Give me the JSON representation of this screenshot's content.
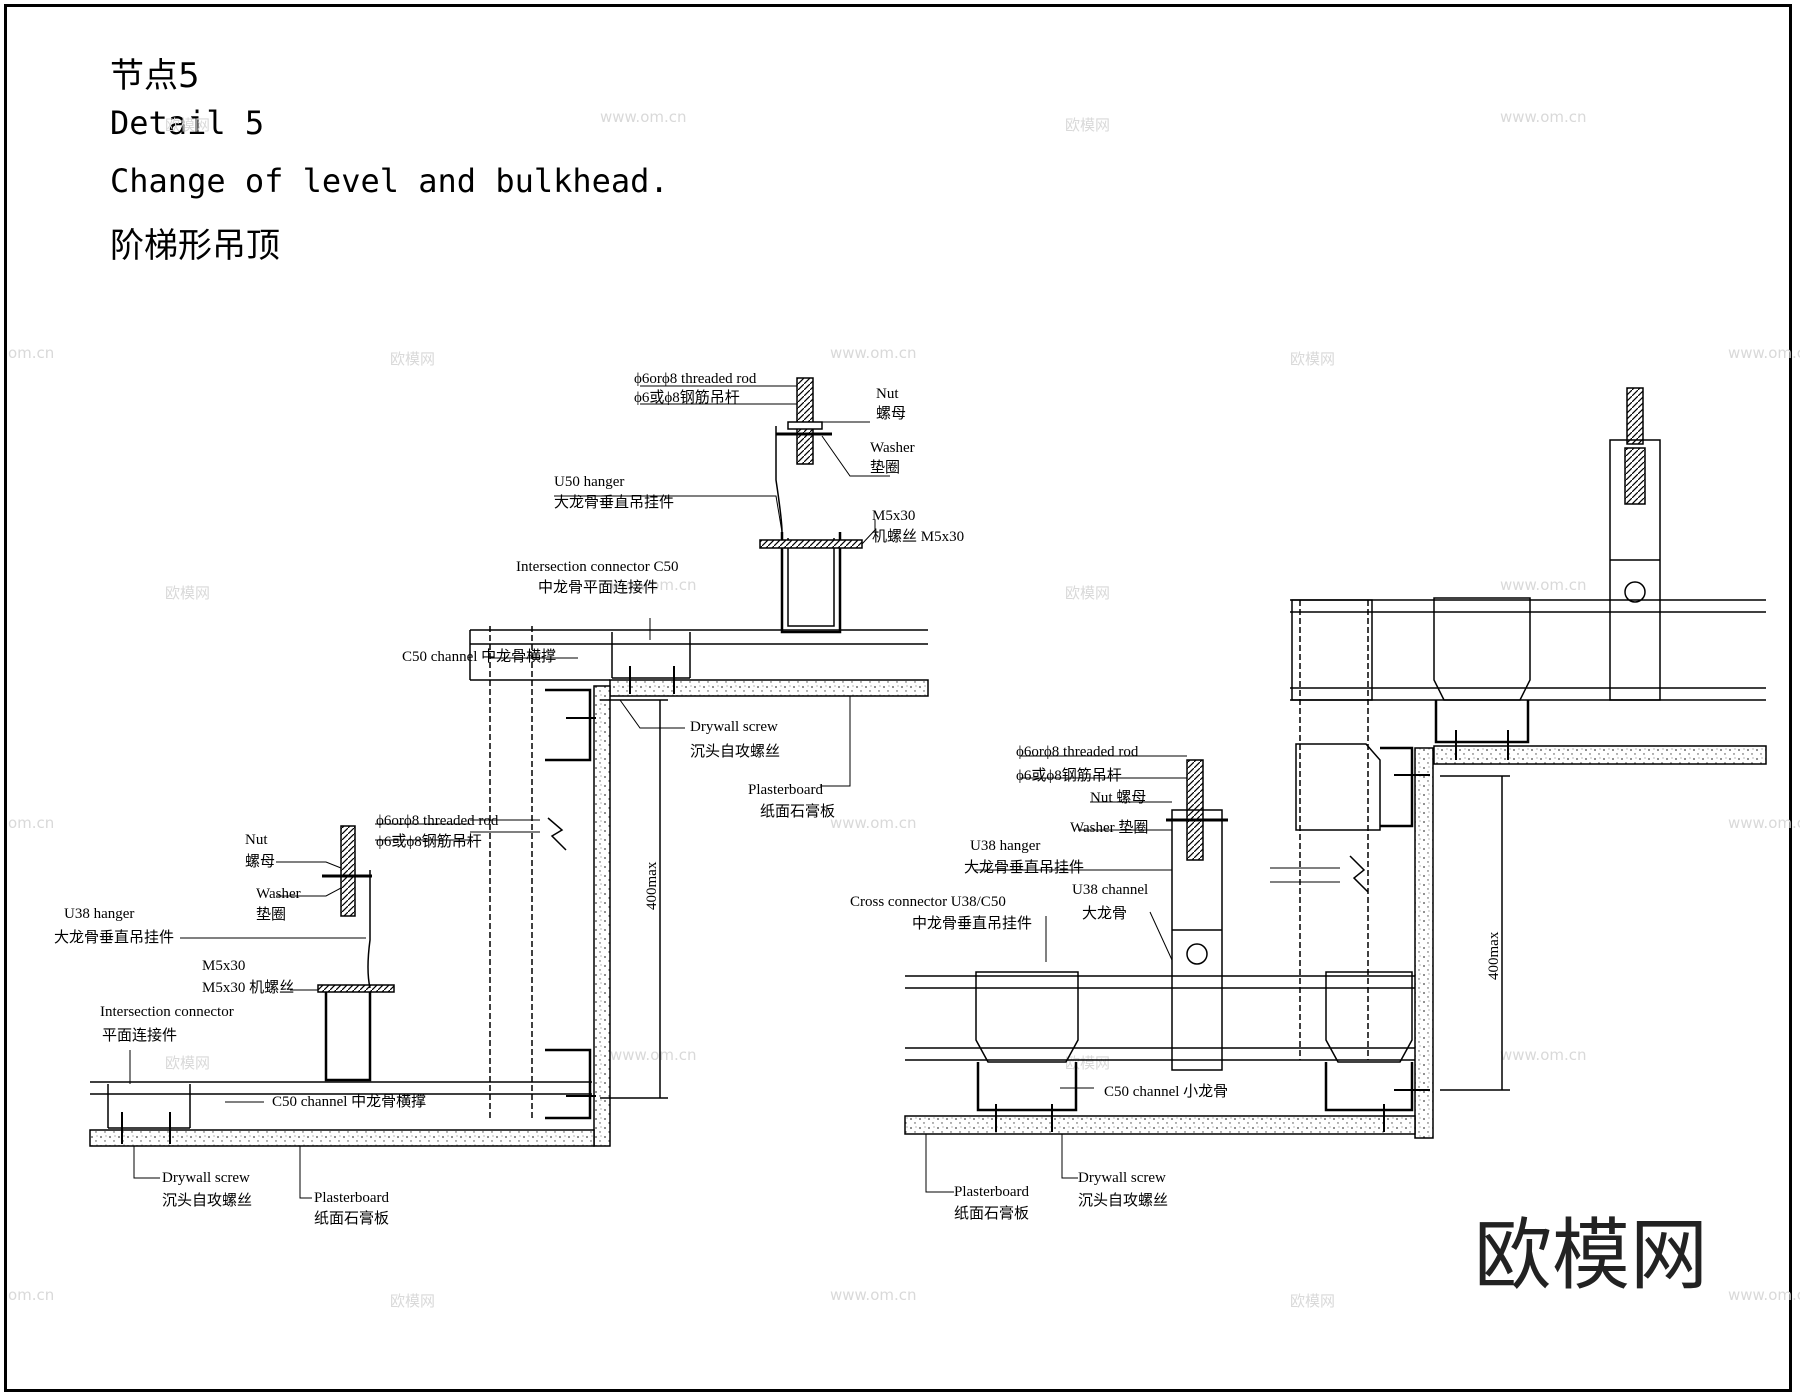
{
  "header": {
    "title_cn": "节点5",
    "title_en": "Detail 5",
    "subtitle_en": "Change of level and bulkhead.",
    "subtitle_cn": "阶梯形吊顶"
  },
  "left_detail": {
    "rod_top_en": "ϕ6orϕ8 threaded rod",
    "rod_top_cn": "ϕ6或ϕ8钢筋吊杆",
    "nut_top_en": "Nut",
    "nut_top_cn": "螺母",
    "washer_top_en": "Washer",
    "washer_top_cn": "垫圈",
    "u50_en": "U50 hanger",
    "u50_cn": "大龙骨垂直吊挂件",
    "m5_top_en": "M5x30",
    "m5_top_cn": "机螺丝 M5x30",
    "ic50_en": "Intersection connector C50",
    "ic50_cn": "中龙骨平面连接件",
    "c50_top": "C50 channel 中龙骨横撑",
    "dws_top_en": "Drywall screw",
    "dws_top_cn": "沉头自攻螺丝",
    "pb_top_en": "Plasterboard",
    "pb_top_cn": "纸面石膏板",
    "rod_low_en": "ϕ6orϕ8 threaded rod",
    "rod_low_cn": "ϕ6或ϕ8钢筋吊杆",
    "nut_low_en": "Nut",
    "nut_low_cn": "螺母",
    "washer_low_en": "Washer",
    "washer_low_cn": "垫圈",
    "u38_en": "U38 hanger",
    "u38_cn": "大龙骨垂直吊挂件",
    "m5_low_en": "M5x30",
    "m5_low_cn": "M5x30 机螺丝",
    "ic_en": "Intersection connector",
    "ic_cn": "平面连接件",
    "c50_low": "C50 channel 中龙骨横撑",
    "dws_low_en": "Drywall screw",
    "dws_low_cn": "沉头自攻螺丝",
    "pb_low_en": "Plasterboard",
    "pb_low_cn": "纸面石膏板",
    "dim": "400max"
  },
  "right_detail": {
    "rod_en": "ϕ6orϕ8 threaded rod",
    "rod_cn": "ϕ6或ϕ8钢筋吊杆",
    "nut": "Nut 螺母",
    "washer": "Washer 垫圈",
    "u38_en": "U38 hanger",
    "u38_cn": "大龙骨垂直吊挂件",
    "cross_en": "Cross connector U38/C50",
    "cross_cn": "中龙骨垂直吊挂件",
    "u38ch_en": "U38 channel",
    "u38ch_cn": "大龙骨",
    "c50": "C50 channel   小龙骨",
    "pb_en": "Plasterboard",
    "pb_cn": "纸面石膏板",
    "dws_en": "Drywall screw",
    "dws_cn": "沉头自攻螺丝",
    "dim": "400max"
  },
  "watermark": {
    "brand": "欧模网",
    "site": "www.om.cn",
    "site_short": "om.cn"
  }
}
